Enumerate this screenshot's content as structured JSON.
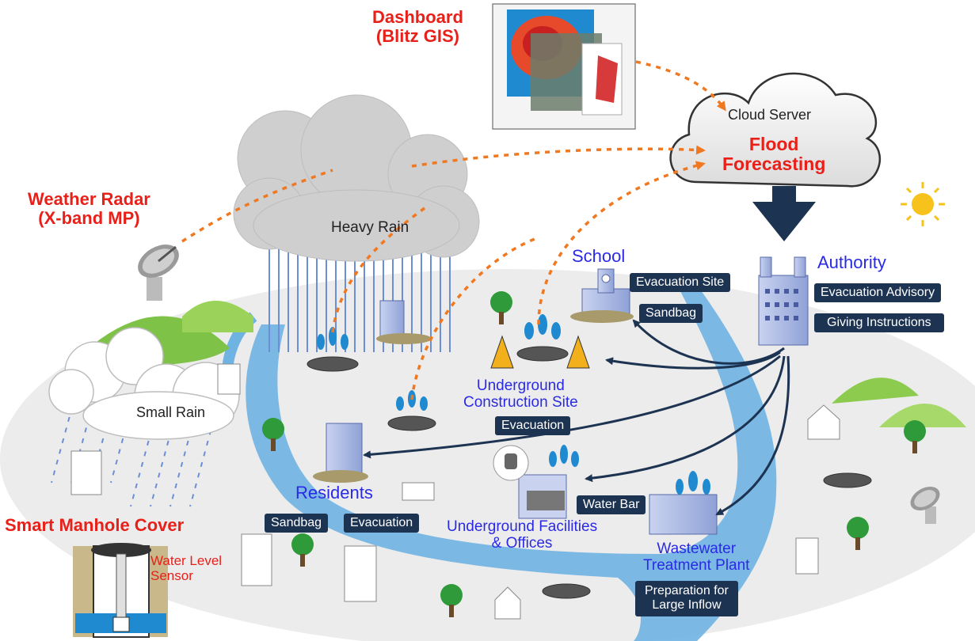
{
  "dashboard": {
    "title_line1": "Dashboard",
    "title_line2": "(Blitz GIS)"
  },
  "cloud": {
    "label": "Cloud Server",
    "function_line1": "Flood",
    "function_line2": "Forecasting"
  },
  "radar": {
    "title_line1": "Weather Radar",
    "title_line2": "(X-band MP)"
  },
  "rain": {
    "heavy": "Heavy Rain",
    "small": "Small Rain"
  },
  "manhole": {
    "title": "Smart Manhole Cover",
    "sensor_line1": "Water Level",
    "sensor_line2": "Sensor"
  },
  "school": {
    "label": "School",
    "tag_evacuation_site": "Evacuation Site",
    "tag_sandbag": "Sandbag"
  },
  "authority": {
    "label": "Authority",
    "tag_advisory": "Evacuation Advisory",
    "tag_instructions": "Giving Instructions"
  },
  "construction": {
    "label_line1": "Underground",
    "label_line2": "Construction Site",
    "tag": "Evacuation"
  },
  "residents": {
    "label": "Residents",
    "tag_sandbag": "Sandbag",
    "tag_evacuation": "Evacuation"
  },
  "facilities": {
    "label_line1": "Underground Facilities",
    "label_line2": "& Offices",
    "tag": "Water Bar"
  },
  "wastewater": {
    "label_line1": "Wastewater",
    "label_line2": "Treatment Plant",
    "tag_line1": "Preparation for",
    "tag_line2": "Large Inflow"
  },
  "colors": {
    "alert_red": "#e8201a",
    "label_blue": "#2a2ae6",
    "tag_navy": "#1d3352",
    "river": "#6fb3e3",
    "arrow_orange": "#f07820"
  }
}
